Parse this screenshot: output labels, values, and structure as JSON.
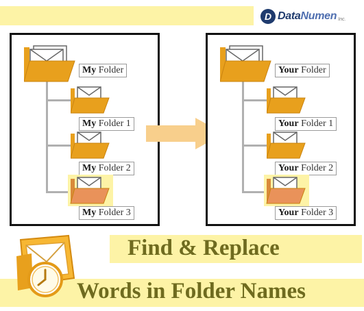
{
  "brand": {
    "mark": "D",
    "name_prefix": "Data",
    "name_suffix": "Numen",
    "inc": "Inc."
  },
  "left_panel": {
    "root": {
      "bold": "My",
      "rest": " Folder"
    },
    "children": [
      {
        "bold": "My",
        "rest": " Folder 1"
      },
      {
        "bold": "My",
        "rest": " Folder 2"
      },
      {
        "bold": "My",
        "rest": " Folder 3"
      }
    ]
  },
  "right_panel": {
    "root": {
      "bold": "Your",
      "rest": " Folder"
    },
    "children": [
      {
        "bold": "Your",
        "rest": " Folder 1"
      },
      {
        "bold": "Your",
        "rest": " Folder 2"
      },
      {
        "bold": "Your",
        "rest": " Folder 3"
      }
    ]
  },
  "headline": {
    "line1": "Find & Replace",
    "line2": "Words in Folder Names"
  },
  "colors": {
    "banner": "#fdf3a6",
    "folder": "#e8a01d",
    "folder_dark": "#c9830f",
    "arrow": "#f8cf8c",
    "headline": "#6f6b1f"
  }
}
